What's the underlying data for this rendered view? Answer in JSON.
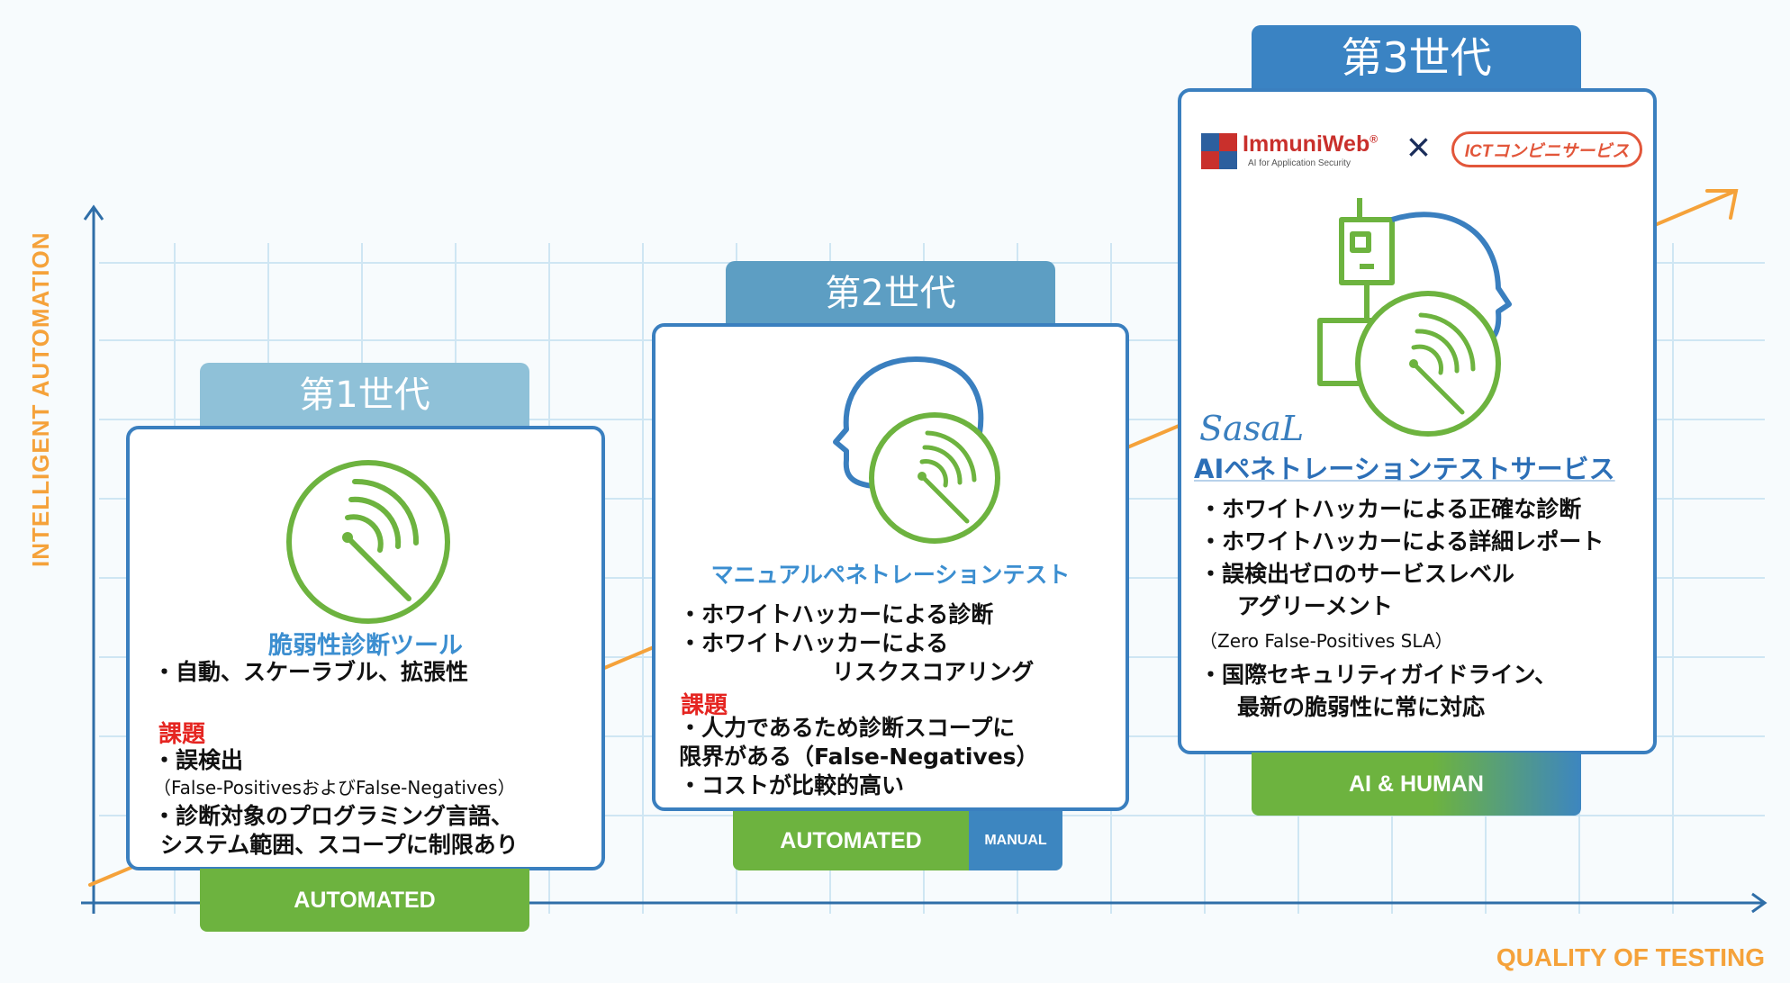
{
  "axes": {
    "y_label": "INTELLIGENT AUTOMATION",
    "x_label": "QUALITY OF TESTING"
  },
  "colors": {
    "arrow": "#f5a23a",
    "card_border": "#3a7fbf",
    "automated_green": "#6db33f",
    "manual_blue": "#3d86c0",
    "issue_red": "#e52521",
    "icon_green": "#6db33f"
  },
  "gen1": {
    "tab": "第1世代",
    "title": "脆弱性診断ツール",
    "features": [
      "・自動、スケーラブル、拡張性"
    ],
    "issue_label": "課題",
    "issues": [
      "・誤検出",
      "（False-PositivesおよびFalse-Negatives）",
      "・診断対象のプログラミング言語、",
      "システム範囲、スコープに制限あり"
    ],
    "footer": "AUTOMATED",
    "icon": "radar-icon"
  },
  "gen2": {
    "tab": "第2世代",
    "title": "マニュアルペネトレーションテスト",
    "features": [
      "・ホワイトハッカーによる診断",
      "・ホワイトハッカーによる",
      "リスクスコアリング"
    ],
    "issue_label": "課題",
    "issues": [
      "・人力であるため診断スコープに",
      "限界がある（False-Negatives）",
      "・コストが比較的高い"
    ],
    "footer_left": "AUTOMATED",
    "footer_right": "MANUAL",
    "icon": "head-radar-icon"
  },
  "gen3": {
    "tab": "第3世代",
    "logo_left": "ImmuniWeb",
    "logo_left_sup": "®",
    "logo_left_sub": "AI for Application Security",
    "logo_cross": "×",
    "logo_right": "ICTコンビニサービス",
    "brand": "SasaL",
    "title": "AIペネトレーションテストサービス",
    "features": [
      "・ホワイトハッカーによる正確な診断",
      "・ホワイトハッカーによる詳細レポート",
      "・誤検出ゼロのサービスレベル",
      "アグリーメント"
    ],
    "sla_note": "（Zero False-Positives SLA）",
    "features2": [
      "・国際セキュリティガイドライン、",
      "最新の脆弱性に常に対応"
    ],
    "footer": "AI & HUMAN",
    "icon": "robot-head-radar-icon"
  }
}
